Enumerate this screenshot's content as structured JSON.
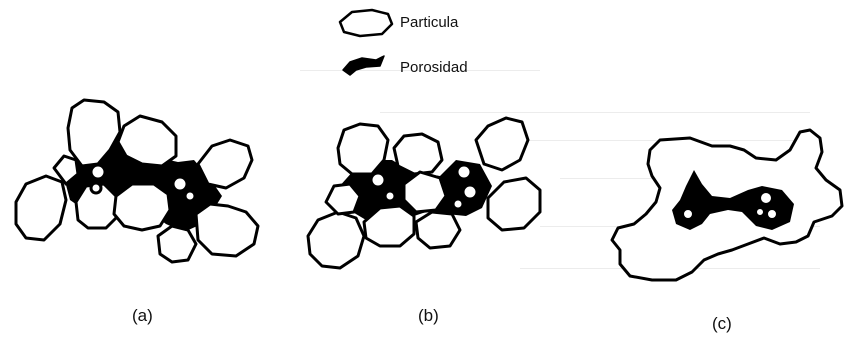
{
  "legend": {
    "particle_label": "Particula",
    "porosity_label": "Porosidad"
  },
  "panels": [
    {
      "id": "a",
      "caption": "(a)"
    },
    {
      "id": "b",
      "caption": "(b)"
    },
    {
      "id": "c",
      "caption": "(c)"
    }
  ],
  "colors": {
    "particle_fill": "#ffffff",
    "outline": "#000000",
    "pore": "#000000"
  }
}
